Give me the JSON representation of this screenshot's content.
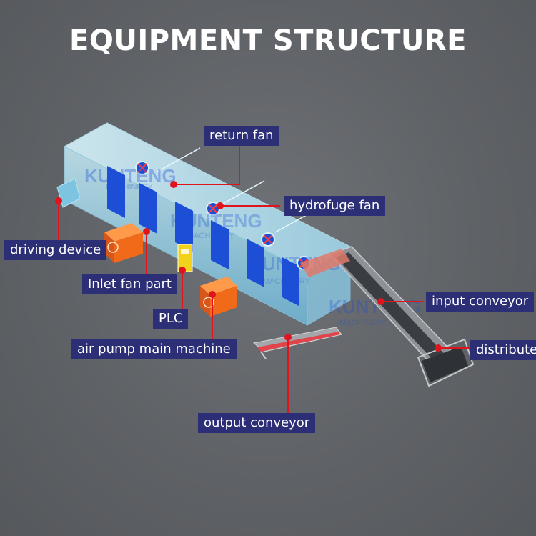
{
  "title": "EQUIPMENT STRUCTURE",
  "watermark": {
    "brand": "KUNTENG",
    "sub": "MACHINERY"
  },
  "labels": {
    "return_fan": "return fan",
    "hydrofuge_fan": "hydrofuge fan",
    "driving_device": "driving device",
    "inlet_fan_part": "Inlet fan part",
    "plc": "PLC",
    "air_pump_main_machine": "air pump main machine",
    "input_conveyor": "input conveyor",
    "distribute": "distribute",
    "output_conveyor": "output conveyor"
  },
  "colors": {
    "label_bg": "#2c2f76",
    "leader": "#e0141c",
    "machine_glass": "#9fd4e8",
    "panel_blue": "#1c4fd6",
    "pump_orange": "#f06a1a",
    "plc_yellow": "#f2d21a"
  }
}
